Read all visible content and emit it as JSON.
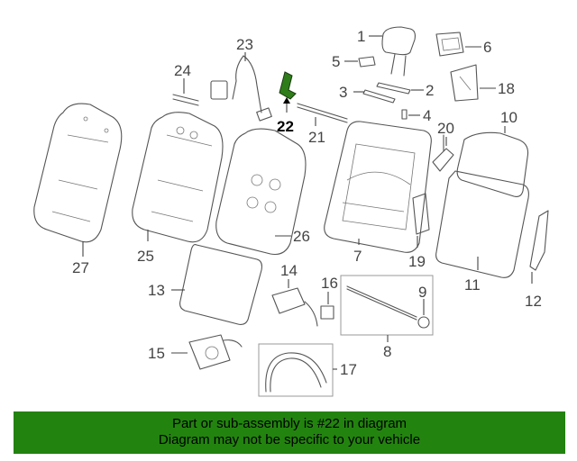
{
  "callouts": {
    "c1": "1",
    "c2": "2",
    "c3": "3",
    "c4": "4",
    "c5": "5",
    "c6": "6",
    "c7": "7",
    "c8": "8",
    "c9": "9",
    "c10": "10",
    "c11": "11",
    "c12": "12",
    "c13": "13",
    "c14": "14",
    "c15": "15",
    "c16": "16",
    "c17": "17",
    "c18": "18",
    "c19": "19",
    "c20": "20",
    "c21": "21",
    "c22": "22",
    "c23": "23",
    "c24": "24",
    "c25": "25",
    "c26": "26",
    "c27": "27"
  },
  "highlight": {
    "part": "22",
    "color": "#1c6b10"
  },
  "banner": {
    "line1": "Part or sub-assembly is #22 in diagram",
    "line2": "Diagram may not be specific to your vehicle",
    "background": "#23830f"
  }
}
